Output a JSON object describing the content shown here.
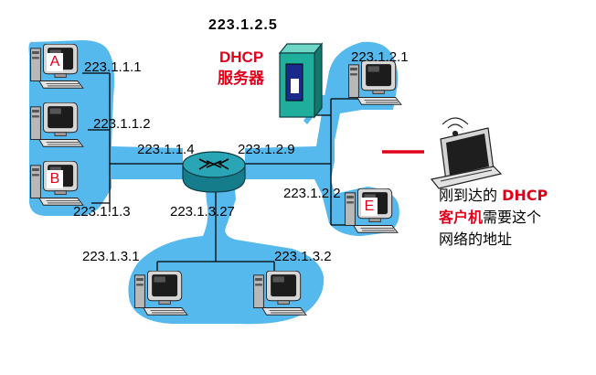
{
  "server": {
    "ip": "223.1.2.5",
    "title_line1": "DHCP",
    "title_line2": "服务器"
  },
  "subnet1": {
    "hosts": [
      {
        "letter": "A",
        "ip": "223.1.1.1"
      },
      {
        "letter": "",
        "ip": "223.1.1.2"
      },
      {
        "letter": "B",
        "ip": "223.1.1.3"
      }
    ],
    "router_ip": "223.1.1.4"
  },
  "subnet2": {
    "router_ip": "223.1.2.9",
    "hosts": [
      {
        "letter": "",
        "ip": "223.1.2.1"
      },
      {
        "letter": "E",
        "ip": "223.1.2.2"
      }
    ]
  },
  "subnet3": {
    "router_ip": "223.1.3.27",
    "hosts": [
      {
        "letter": "",
        "ip": "223.1.3.1"
      },
      {
        "letter": "",
        "ip": "223.1.3.2"
      }
    ]
  },
  "client": {
    "caption_line1_prefix": "刚到达的",
    "caption_line1_highlight": "DHCP",
    "caption_line2_highlight": "客户机",
    "caption_line2_suffix": "需要这个",
    "caption_line3": "网络的地址"
  },
  "colors": {
    "subnet_fill": "#55b9ee",
    "highlight_red": "#e0001a",
    "server_body": "#1fae9c",
    "router_body": "#1c8fa0"
  }
}
